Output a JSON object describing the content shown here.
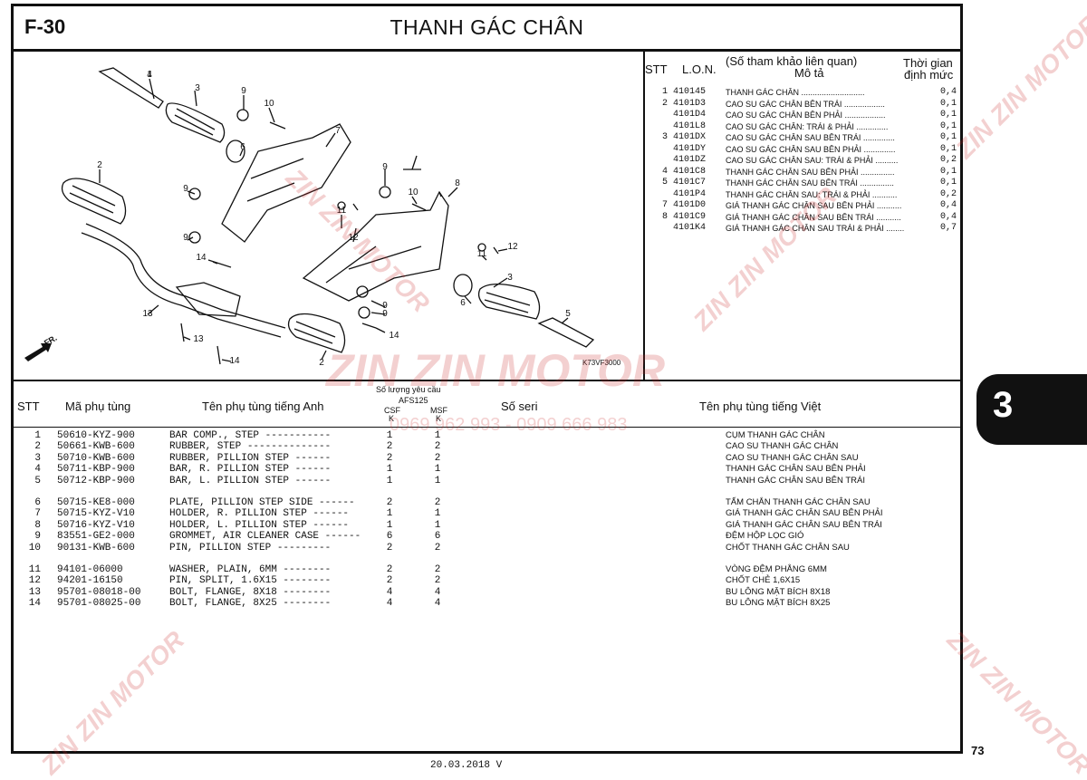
{
  "header": {
    "code": "F-30",
    "title": "THANH GÁC CHÂN"
  },
  "diagram": {
    "ref_code": "K73VF3000",
    "front_label": "FR.",
    "callouts": [
      "1",
      "2",
      "2",
      "3",
      "3",
      "4",
      "5",
      "6",
      "6",
      "7",
      "8",
      "9",
      "9",
      "9",
      "9",
      "9",
      "9",
      "10",
      "10",
      "11",
      "11",
      "12",
      "12",
      "13",
      "13",
      "14",
      "14",
      "14"
    ]
  },
  "labor": {
    "headers": {
      "stt": "STT",
      "lon": "L.O.N.",
      "ref": "(Số tham khảo liên quan)",
      "desc": "Mô tả",
      "time1": "Thời gian",
      "time2": "định mức"
    },
    "rows": [
      {
        "stt": "1",
        "lon": "410145",
        "desc": "THANH GÁC CHÂN",
        "time": "0,4"
      },
      {
        "stt": "2",
        "lon": "4101D3",
        "desc": "CAO SU GÁC CHÂN BÊN TRÁI",
        "time": "0,1"
      },
      {
        "stt": "",
        "lon": "4101D4",
        "desc": "CAO SU GÁC CHÂN BÊN PHẢI",
        "time": "0,1"
      },
      {
        "stt": "",
        "lon": "4101L8",
        "desc": "CAO SU GÁC CHÂN: TRÁI & PHẢI",
        "time": "0,1"
      },
      {
        "stt": "3",
        "lon": "4101DX",
        "desc": "CAO SU GÁC CHÂN SAU BÊN TRÁI",
        "time": "0,1"
      },
      {
        "stt": "",
        "lon": "4101DY",
        "desc": "CAO SU GÁC CHÂN SAU BÊN PHẢI",
        "time": "0,1"
      },
      {
        "stt": "",
        "lon": "4101DZ",
        "desc": "CAO SU GÁC CHÂN SAU: TRÁI & PHẢI",
        "time": "0,2"
      },
      {
        "stt": "4",
        "lon": "4101C8",
        "desc": "THANH GÁC CHÂN SAU BÊN PHẢI",
        "time": "0,1"
      },
      {
        "stt": "5",
        "lon": "4101C7",
        "desc": "THANH GÁC CHÂN SAU BÊN TRÁI",
        "time": "0,1"
      },
      {
        "stt": "",
        "lon": "4101P4",
        "desc": "THANH GÁC CHÂN SAU: TRÁI & PHẢI",
        "time": "0,2"
      },
      {
        "stt": "7",
        "lon": "4101D0",
        "desc": "GIÁ THANH GÁC CHÂN SAU BÊN PHẢI",
        "time": "0,4"
      },
      {
        "stt": "8",
        "lon": "4101C9",
        "desc": "GIÁ THANH GÁC CHÂN SAU BÊN TRÁI",
        "time": "0,4"
      },
      {
        "stt": "",
        "lon": "4101K4",
        "desc": "GIÁ THANH GÁC CHÂN SAU TRÁI & PHẢI",
        "time": "0,7"
      }
    ]
  },
  "parts": {
    "headers": {
      "stt": "STT",
      "part_no": "Mã phụ tùng",
      "name_en": "Tên phụ tùng tiếng Anh",
      "qty": "Số lượng yêu cầu",
      "model": "AFS125",
      "csf": "CSF",
      "msf": "MSF",
      "k1": "K",
      "k2": "K",
      "serial": "Số seri",
      "name_vn": "Tên phụ tùng tiếng Việt"
    },
    "rows": [
      {
        "stt": "1",
        "part_no": "50610-KYZ-900",
        "name_en": "BAR COMP., STEP",
        "csf": "1",
        "msf": "1",
        "name_vn": "CỤM THANH GÁC CHÂN"
      },
      {
        "stt": "2",
        "part_no": "50661-KWB-600",
        "name_en": "RUBBER, STEP",
        "csf": "2",
        "msf": "2",
        "name_vn": "CAO SU THANH GÁC CHÂN"
      },
      {
        "stt": "3",
        "part_no": "50710-KWB-600",
        "name_en": "RUBBER, PILLION STEP",
        "csf": "2",
        "msf": "2",
        "name_vn": "CAO SU THANH GÁC CHÂN SAU"
      },
      {
        "stt": "4",
        "part_no": "50711-KBP-900",
        "name_en": "BAR, R. PILLION STEP",
        "csf": "1",
        "msf": "1",
        "name_vn": "THANH GÁC CHÂN SAU BÊN PHẢI"
      },
      {
        "stt": "5",
        "part_no": "50712-KBP-900",
        "name_en": "BAR, L. PILLION STEP",
        "csf": "1",
        "msf": "1",
        "name_vn": "THANH GÁC CHÂN SAU BÊN TRÁI"
      },
      {
        "stt": "6",
        "part_no": "50715-KE8-000",
        "name_en": "PLATE, PILLION STEP SIDE",
        "csf": "2",
        "msf": "2",
        "name_vn": "TẤM CHẮN THANH GÁC CHÂN SAU"
      },
      {
        "stt": "7",
        "part_no": "50715-KYZ-V10",
        "name_en": "HOLDER, R. PILLION STEP",
        "csf": "1",
        "msf": "1",
        "name_vn": "GIÁ THANH GÁC CHÂN SAU BÊN PHẢI"
      },
      {
        "stt": "8",
        "part_no": "50716-KYZ-V10",
        "name_en": "HOLDER, L. PILLION STEP",
        "csf": "1",
        "msf": "1",
        "name_vn": "GIÁ THANH GÁC CHÂN SAU BÊN TRÁI"
      },
      {
        "stt": "9",
        "part_no": "83551-GE2-000",
        "name_en": "GROMMET, AIR CLEANER CASE",
        "csf": "6",
        "msf": "6",
        "name_vn": "ĐỆM HỘP LỌC GIÓ"
      },
      {
        "stt": "10",
        "part_no": "90131-KWB-600",
        "name_en": "PIN, PILLION STEP",
        "csf": "2",
        "msf": "2",
        "name_vn": "CHỐT THANH GÁC CHÂN SAU"
      },
      {
        "stt": "11",
        "part_no": "94101-06000",
        "name_en": "WASHER, PLAIN, 6MM",
        "csf": "2",
        "msf": "2",
        "name_vn": "VÒNG ĐỆM PHẲNG 6MM"
      },
      {
        "stt": "12",
        "part_no": "94201-16150",
        "name_en": "PIN, SPLIT, 1.6X15",
        "csf": "2",
        "msf": "2",
        "name_vn": "CHỐT CHẺ 1,6X15"
      },
      {
        "stt": "13",
        "part_no": "95701-08018-00",
        "name_en": "BOLT, FLANGE, 8X18",
        "csf": "4",
        "msf": "4",
        "name_vn": "BU LÔNG MẶT BÍCH 8X18"
      },
      {
        "stt": "14",
        "part_no": "95701-08025-00",
        "name_en": "BOLT, FLANGE, 8X25",
        "csf": "4",
        "msf": "4",
        "name_vn": "BU LÔNG MẶT BÍCH 8X25"
      }
    ]
  },
  "section_tab": "3",
  "page_number": "73",
  "footer": "20.03.2018   V",
  "watermark": {
    "brand": "ZIN ZIN MOTOR",
    "phone": "0969 962 993 - 0909 666 983"
  }
}
